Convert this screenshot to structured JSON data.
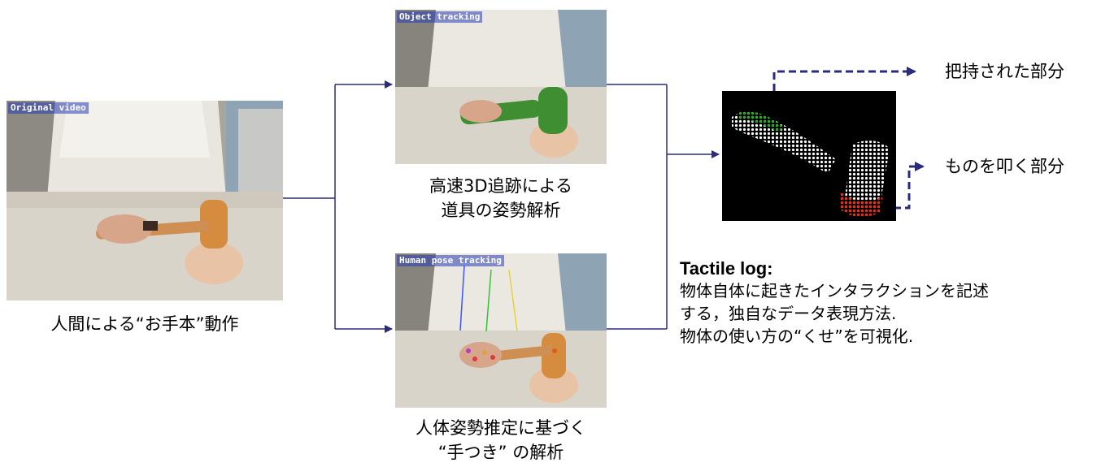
{
  "original": {
    "tag": "Original video",
    "caption": "人間による“お手本”動作"
  },
  "object": {
    "tag": "Object tracking",
    "caption_line1": "高速3D追跡による",
    "caption_line2": "道具の姿勢解析"
  },
  "human": {
    "tag": "Human pose tracking",
    "caption_line1": "人体姿勢推定に基づく",
    "caption_line2": "“手つき” の解析"
  },
  "labels": {
    "grasped": "把持された部分",
    "striking": "ものを叩く部分"
  },
  "tactile": {
    "title": "Tactile log:",
    "line1": "物体自体に起きたインタラクションを記述",
    "line2": "する，独自なデータ表現方法.",
    "line3": "物体の使い方の“くせ”を可視化."
  },
  "colors": {
    "connector": "#2b2b7e",
    "grasp": "#23b023",
    "strike": "#e3301a"
  }
}
